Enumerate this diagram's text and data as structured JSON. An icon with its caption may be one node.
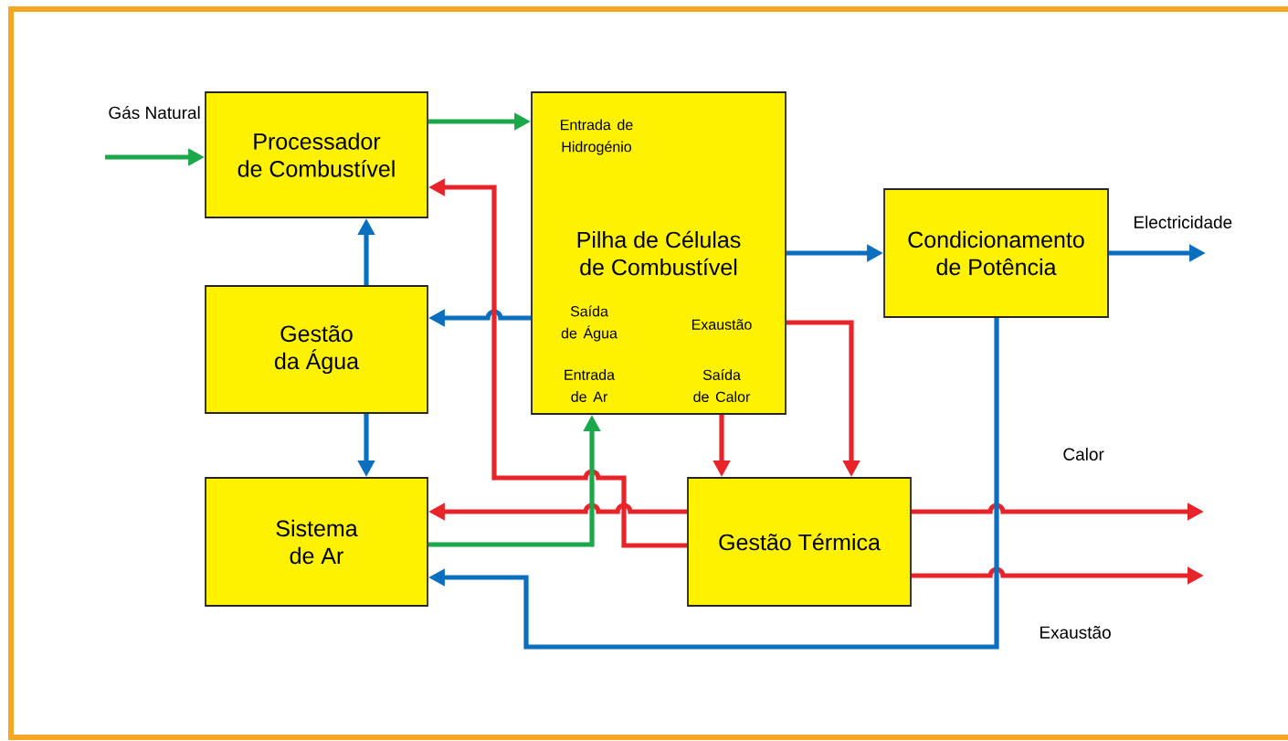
{
  "diagram": {
    "nodes": [
      {
        "text": [
          "Processador de Combustível"
        ]
      },
      {
        "text": [
          "Entrada de Hidrogénio",
          "Pilha de Células de Combustível",
          "Saída de Água",
          "Exaustão",
          "Entrada de Ar",
          "Saída de Calor"
        ]
      },
      {
        "text": [
          "Condicionamento de Potência"
        ]
      },
      {
        "text": [
          "Gestão da Água"
        ]
      },
      {
        "text": [
          "Sistema de Ar"
        ]
      },
      {
        "text": [
          "Gestão Térmica"
        ]
      }
    ],
    "edges": [
      {
        "from": null,
        "to": 0,
        "arrow": "to",
        "color": "#1aa84a"
      },
      {
        "from": 0,
        "to": 1,
        "arrow": "to",
        "color": "#1aa84a"
      },
      {
        "from": 1,
        "to": 2,
        "arrow": "to",
        "color": "#0a6fbf"
      },
      {
        "from": 2,
        "to": null,
        "arrow": "to",
        "color": "#0a6fbf"
      },
      {
        "from": 1,
        "to": 3,
        "arrow": "to",
        "color": "#0a6fbf"
      },
      {
        "from": 3,
        "to": 0,
        "arrow": "to",
        "color": "#0a6fbf"
      },
      {
        "from": 3,
        "to": 4,
        "arrow": "to",
        "color": "#0a6fbf"
      },
      {
        "from": 5,
        "to": 0,
        "arrow": "to",
        "color": "#e8242a"
      },
      {
        "from": 5,
        "to": 4,
        "arrow": "to",
        "color": "#e8242a"
      },
      {
        "from": 4,
        "to": 1,
        "arrow": "to",
        "color": "#1aa84a"
      },
      {
        "from": 1,
        "to": 5,
        "arrow": "to",
        "color": "#e8242a"
      },
      {
        "from": 1,
        "to": 5,
        "arrow": "to",
        "color": "#e8242a"
      },
      {
        "from": 5,
        "to": null,
        "arrow": "to",
        "color": "#e8242a"
      },
      {
        "from": 5,
        "to": null,
        "arrow": "to",
        "color": "#e8242a"
      },
      {
        "from": 2,
        "to": 4,
        "arrow": "to",
        "color": "#0a6fbf"
      }
    ],
    "labels": [
      "Gás Natural",
      "Electricidade",
      "Calor",
      "Exaustão"
    ]
  }
}
